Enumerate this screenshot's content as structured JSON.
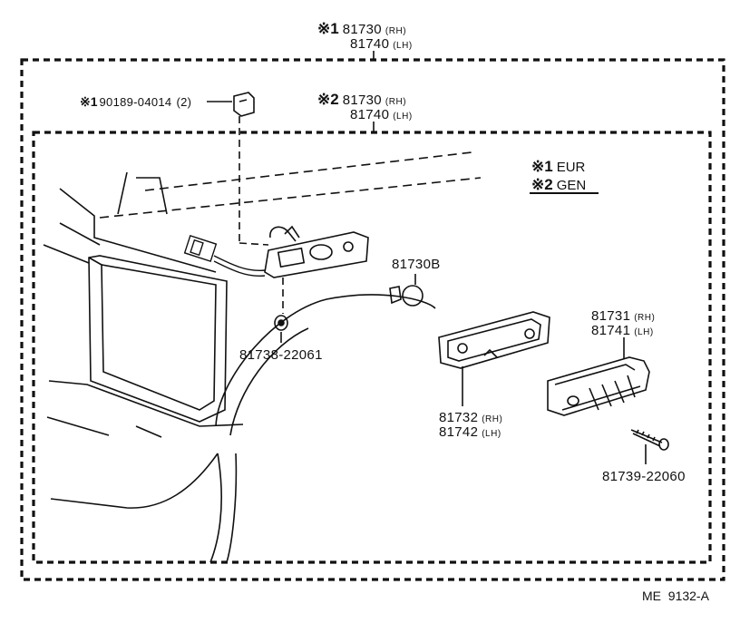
{
  "callouts": {
    "top_assembly": {
      "marker": "※1",
      "rh_part": "81730",
      "rh_side": "(RH)",
      "lh_part": "81740",
      "lh_side": "(LH)"
    },
    "inner_assembly": {
      "marker": "※2",
      "rh_part": "81730",
      "rh_side": "(RH)",
      "lh_part": "81740",
      "lh_side": "(LH)"
    },
    "clip": {
      "marker": "※1",
      "part": "90189-04014",
      "qty": "(2)"
    },
    "grommet": {
      "part": "81738-22061"
    },
    "bulb": {
      "part": "81730B"
    },
    "housing": {
      "rh_part": "81732",
      "rh_side": "(RH)",
      "lh_part": "81742",
      "lh_side": "(LH)"
    },
    "lens": {
      "rh_part": "81731",
      "rh_side": "(RH)",
      "lh_part": "81741",
      "lh_side": "(LH)"
    },
    "screw": {
      "part": "81739-22060"
    }
  },
  "legend": [
    {
      "marker": "※1",
      "text": "EUR"
    },
    {
      "marker": "※2",
      "text": "GEN"
    }
  ],
  "diagram_code": "ME  9132-A"
}
